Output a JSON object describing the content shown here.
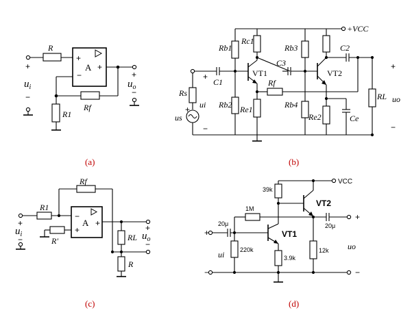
{
  "captions": {
    "a": "(a)",
    "b": "(b)",
    "c": "(c)",
    "d": "(d)"
  },
  "circuit_a": {
    "R": "R",
    "R1": "R1",
    "Rf": "Rf",
    "opamp": "A",
    "input": "u",
    "input_sub": "i",
    "output": "u",
    "output_sub": "o",
    "plus": "+",
    "minus": "−"
  },
  "circuit_b": {
    "Rb1": "Rb1",
    "Rc1": "Rc1",
    "Rb3": "Rb3",
    "Rb2": "Rb2",
    "Re1": "Re1",
    "Rb4": "Rb4",
    "Re2": "Re2",
    "Rs": "Rs",
    "RL": "RL",
    "Rf": "Rf",
    "C1": "C1",
    "C2": "C2",
    "C3": "C3",
    "Ce": "Ce",
    "VT1": "VT1",
    "VT2": "VT2",
    "vcc": "+VCC",
    "us": "us",
    "ui": "ui",
    "uo": "uo",
    "plus": "+",
    "minus": "−"
  },
  "circuit_c": {
    "Rf": "Rf",
    "R1": "R1",
    "Rprime": "R'",
    "RL": "RL",
    "R": "R",
    "opamp": "A",
    "input": "u",
    "input_sub": "i",
    "output": "u",
    "output_sub": "o",
    "plus": "+",
    "minus": "−"
  },
  "circuit_d": {
    "r39k": "39k",
    "r1M": "1M",
    "r220k": "220k",
    "r3_9k": "3.9k",
    "r12k": "12k",
    "c20u_in": "20μ",
    "c20u_out": "20μ",
    "VT1": "VT1",
    "VT2": "VT2",
    "vcc": "VCC",
    "ui": "ui",
    "uo": "uo",
    "plus": "+",
    "minus": "−"
  }
}
